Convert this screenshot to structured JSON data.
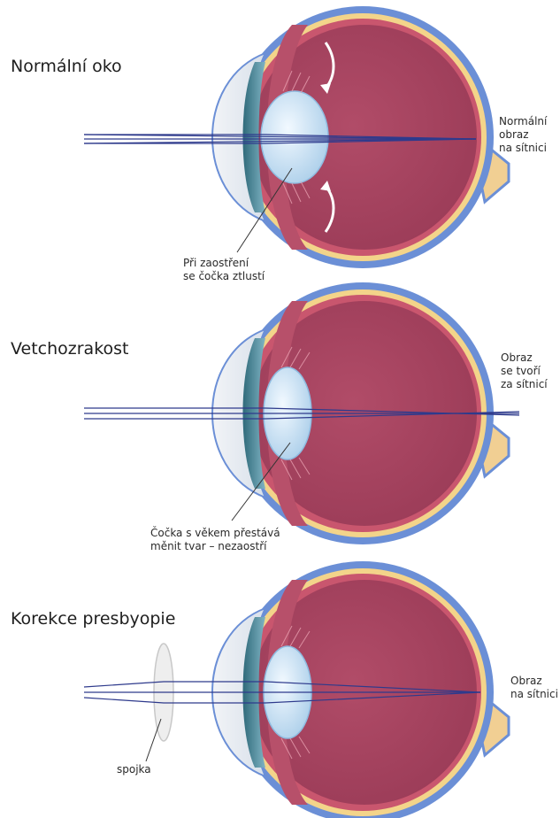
{
  "panels": [
    {
      "title": "Normální oko",
      "side_label": [
        "Normální",
        "obraz",
        "na sítnici"
      ],
      "annotation": [
        "Při zaostření",
        "se čočka ztlustí"
      ]
    },
    {
      "title": "Vetchozrakost",
      "side_label": [
        "Obraz",
        "se tvoří",
        "za sítnicí"
      ],
      "annotation": [
        "Čočka s věkem přestává",
        "měnit tvar – nezaostří"
      ]
    },
    {
      "title": "Korekce presbyopie",
      "side_label": [
        "Obraz",
        "na sítnici"
      ],
      "annotation": [
        "spojka"
      ]
    }
  ],
  "colors": {
    "sclera": "#6b8fd6",
    "choroid": "#c9566e",
    "retina_yellow": "#f3d48a",
    "vitreous": "#a94461",
    "lens": "#cfe6f7",
    "light_ray": "#2e3a8c",
    "cornea": "#e6ecf2",
    "optic_nerve": "#f1cf93"
  }
}
